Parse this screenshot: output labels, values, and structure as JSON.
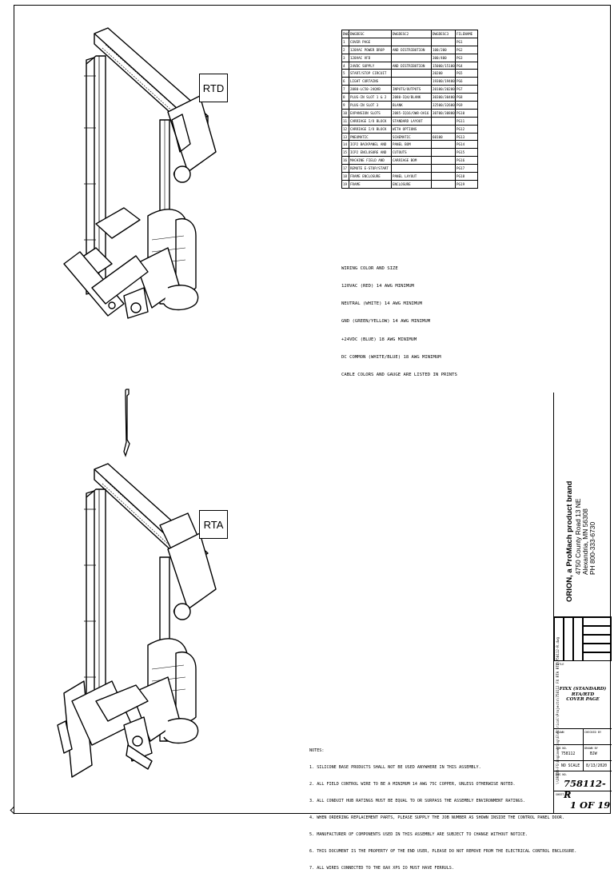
{
  "views": {
    "top_label": "RTD",
    "bottom_label": "RTA"
  },
  "contents_table": {
    "headers": [
      "DWG",
      "DWGDESC",
      "DWGDESC2",
      "DWGDESC3",
      "FILENAME"
    ],
    "rows": [
      [
        "1",
        "COVER PAGE",
        "",
        "",
        "PG1"
      ],
      [
        "2",
        "120VAC POWER DROP",
        "AND DISTRIBUTION",
        "100/200",
        "PG2"
      ],
      [
        "3",
        "120VAC VFD",
        "",
        "300/400",
        "PG3"
      ],
      [
        "4",
        "24VDC SUPPLY",
        "AND DISTRIBUTION",
        "15000/15100",
        "PG4"
      ],
      [
        "5",
        "START/STOP CIRCUIT",
        "",
        "20200",
        "PG5"
      ],
      [
        "6",
        "LIGHT CURTAINS",
        "",
        "19300/19400",
        "PG6"
      ],
      [
        "7",
        "2080-LC50-24QVB",
        "INPUTS/OUTPUTS",
        "20100/20200",
        "PG7"
      ],
      [
        "8",
        "PLUG-IN SLOT 1 & 2",
        "2080-IQ4/BLANK",
        "30300/30400",
        "PG8"
      ],
      [
        "9",
        "PLUG-IN SLOT 3",
        "BLANK",
        "32500/32600",
        "PG9"
      ],
      [
        "10",
        "EXPANSION SLOTS",
        "2085-IQ16/OW8-OA16",
        "30700/30800",
        "PG10"
      ],
      [
        "11",
        "CARRIAGE I/O BLOCK",
        "STANDARD LAYOUT",
        "",
        "PG11"
      ],
      [
        "12",
        "CARRIAGE I/O BLOCK",
        "WITH OPTIONS",
        "",
        "PG12"
      ],
      [
        "13",
        "PNEUMATIC",
        "SCHEMATIC",
        "60100",
        "PG13"
      ],
      [
        "14",
        "ICP2 BACKPANEL AND",
        "PANEL BOM",
        "",
        "PG14"
      ],
      [
        "15",
        "ICP2 ENCLOSURE AND",
        "CUTOUTS",
        "",
        "PG15"
      ],
      [
        "16",
        "MACHINE FIELD AND",
        "CARRIAGE BOM",
        "",
        "PG16"
      ],
      [
        "17",
        "REMOTE E-STOP/START",
        "",
        "",
        "PG17"
      ],
      [
        "18",
        "FRAME ENCLOSURE",
        "PANEL LAYOUT",
        "",
        "PG18"
      ],
      [
        "19",
        "FRAME",
        "ENCLOSURE",
        "",
        "PG19"
      ]
    ]
  },
  "wiring": [
    "WIRING COLOR AND SIZE",
    "120VAC (RED) 14 AWG MINIMUM",
    "NEUTRAL (WHITE) 14 AWG MINIMUM",
    "GND (GREEN/YELLOW) 14 AWG MINIMUM",
    "+24VDC (BLUE) 18 AWG MINIMUM",
    "DC COMMON (WHITE/BLUE) 18 AWG MINIMUM",
    "CABLE COLORS AND GAUGE ARE LISTED IN PRINTS"
  ],
  "notes": [
    "NOTES:",
    "1. SILICONE BASE PRODUCTS SHALL NOT BE USED ANYWHERE IN THIS ASSEMBLY.",
    "2. ALL FIELD CONTROL WIRE TO BE A MINIMUM 14 AWG 75C COPPER, UNLESS OTHERWISE NOTED.",
    "3. ALL CONDUIT HUB RATINGS MUST BE EQUAL TO OR SURPASS THE ASSEMBLY ENVIRONMENT RATINGS.",
    "4. WHEN ORDERING REPLACEMENT PARTS, PLEASE SUPPLY THE JOB NUMBER AS SHOWN INSIDE THE CONTROL PANEL DOOR.",
    "5. MANUFACTURER OF COMPONENTS USED IN THIS ASSEMBLY ARE SUBJECT TO CHANGE WITHOUT NOTICE.",
    "6. THIS DOCUMENT IS THE PROPERTY OF THE END USER, PLEASE DO NOT REMOVE FROM THE ELECTRICAL CONTROL ENCLOSURE.",
    "7. ALL WIRES CONNECTED TO THE 8AX XPS IO MUST HAVE FERRULS."
  ],
  "title_block": {
    "company": "ORION, a ProMach product brand",
    "address_lines": [
      "4750 County Road 13 NE",
      "Alexandria, MN 56308",
      "PH 800-333-6730"
    ],
    "file_path": "\\\\ORION-FS\\Engineering\\Electrical\\Projects\\758112 FX RTA RTD\\758112-R.dwg",
    "title_caption": "TITLE",
    "drawing_title_lines": [
      "FIXX (STANDARD)",
      "RTA/RTD",
      "COVER PAGE"
    ],
    "drawn_caption": "DRAWN",
    "drawn_value": "",
    "checked_caption": "CHECKED BY",
    "job_caption": "JOB NO.",
    "job_value": "758112",
    "drawn_by_caption": "DRAWN BY",
    "drawn_by_value": "BJW",
    "scale_value": "NO SCALE",
    "date_value": "8/13/2020",
    "dwg_caption": "DWG NO.",
    "drawing_number": "758112-R",
    "sheet_caption": "SHEET NO.",
    "sheet_number": "1 OF 19"
  }
}
